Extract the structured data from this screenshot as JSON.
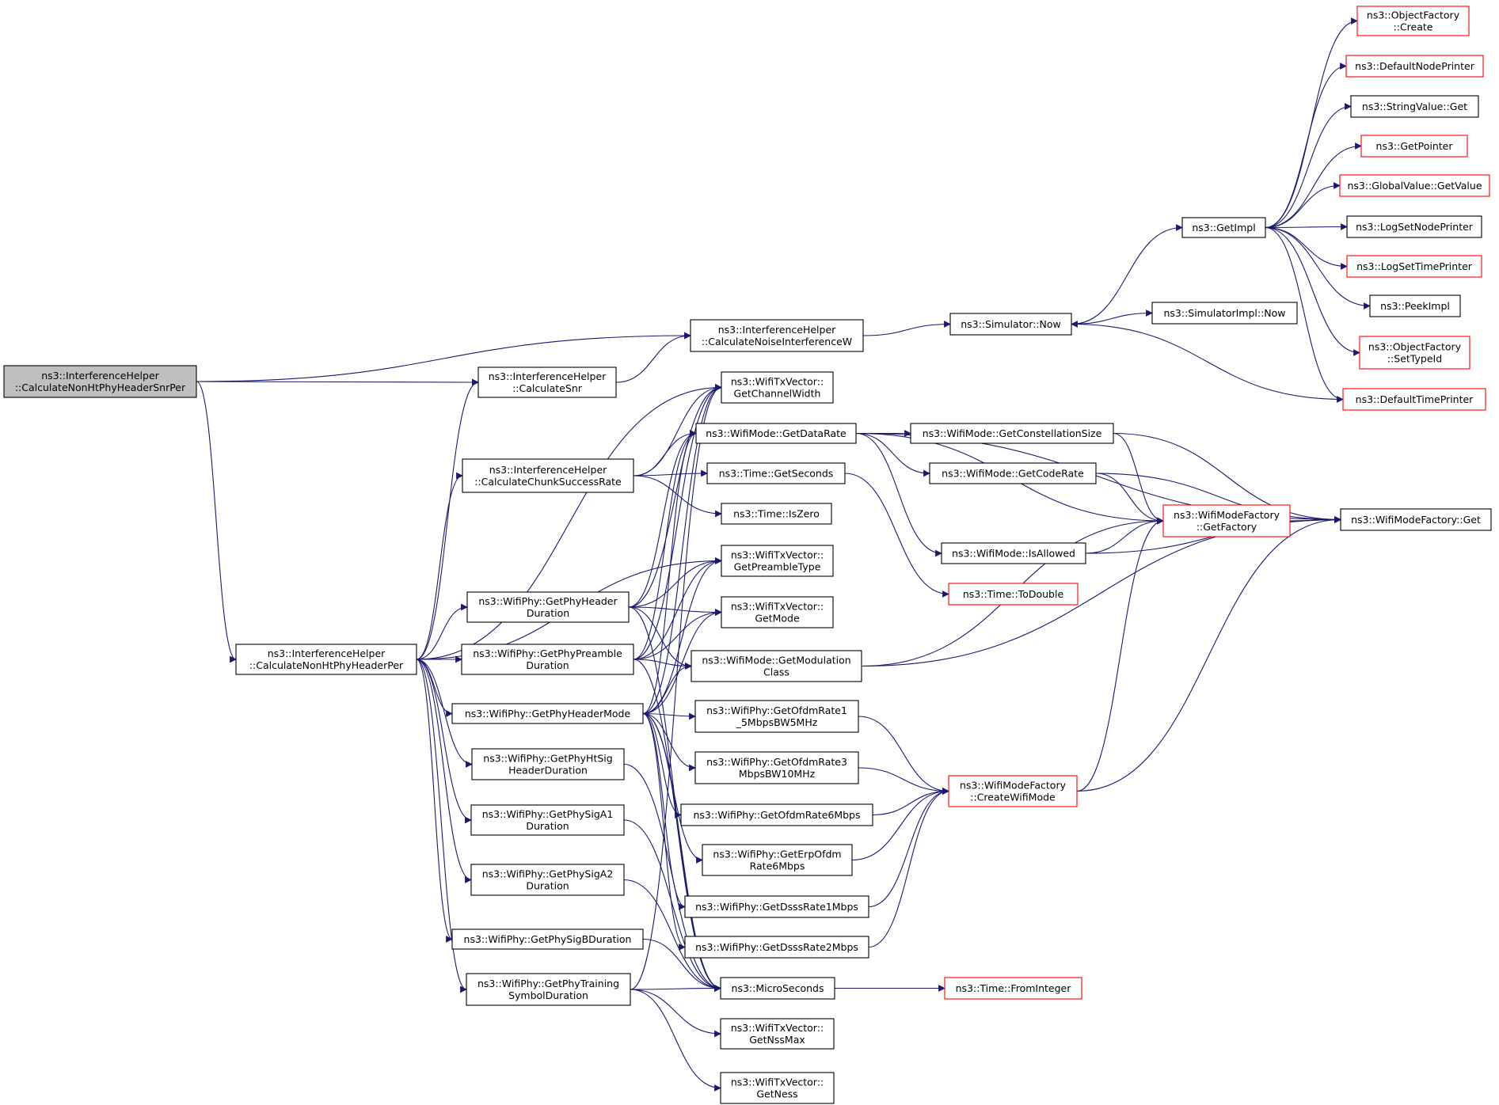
{
  "diagram": {
    "type": "call-graph",
    "colors": {
      "edge": "#191970",
      "node_border": "#000000",
      "node_border_undocumented": "#ff0000",
      "root_fill": "#bfbfbf",
      "node_fill": "#ffffff"
    },
    "nodes": [
      {
        "id": "root",
        "lines": [
          "ns3::InterferenceHelper",
          "::CalculateNonHtPhyHeaderSnrPer"
        ],
        "style": "root"
      },
      {
        "id": "calcNoise",
        "lines": [
          "ns3::InterferenceHelper",
          "::CalculateNoiseInterferenceW"
        ],
        "style": "normal"
      },
      {
        "id": "calcSnr",
        "lines": [
          "ns3::InterferenceHelper",
          "::CalculateSnr"
        ],
        "style": "normal"
      },
      {
        "id": "calcPer",
        "lines": [
          "ns3::InterferenceHelper",
          "::CalculateNonHtPhyHeaderPer"
        ],
        "style": "normal"
      },
      {
        "id": "simNow",
        "lines": [
          "ns3::Simulator::Now"
        ],
        "style": "normal"
      },
      {
        "id": "getImpl",
        "lines": [
          "ns3::GetImpl"
        ],
        "style": "normal"
      },
      {
        "id": "simImplNow",
        "lines": [
          "ns3::SimulatorImpl::Now"
        ],
        "style": "normal"
      },
      {
        "id": "ofCreate",
        "lines": [
          "ns3::ObjectFactory",
          "::Create"
        ],
        "style": "red"
      },
      {
        "id": "defNodePrinter",
        "lines": [
          "ns3::DefaultNodePrinter"
        ],
        "style": "red"
      },
      {
        "id": "strGet",
        "lines": [
          "ns3::StringValue::Get"
        ],
        "style": "normal"
      },
      {
        "id": "getPointer",
        "lines": [
          "ns3::GetPointer"
        ],
        "style": "red"
      },
      {
        "id": "gvGetValue",
        "lines": [
          "ns3::GlobalValue::GetValue"
        ],
        "style": "red"
      },
      {
        "id": "logNode",
        "lines": [
          "ns3::LogSetNodePrinter"
        ],
        "style": "normal"
      },
      {
        "id": "logTime",
        "lines": [
          "ns3::LogSetTimePrinter"
        ],
        "style": "red"
      },
      {
        "id": "peekImpl",
        "lines": [
          "ns3::PeekImpl"
        ],
        "style": "normal"
      },
      {
        "id": "ofSetTypeId",
        "lines": [
          "ns3::ObjectFactory",
          "::SetTypeId"
        ],
        "style": "red"
      },
      {
        "id": "defTimePrinter",
        "lines": [
          "ns3::DefaultTimePrinter"
        ],
        "style": "red"
      },
      {
        "id": "txChanWidth",
        "lines": [
          "ns3::WifiTxVector::",
          "GetChannelWidth"
        ],
        "style": "normal"
      },
      {
        "id": "modeDataRate",
        "lines": [
          "ns3::WifiMode::GetDataRate"
        ],
        "style": "normal"
      },
      {
        "id": "chunkRate",
        "lines": [
          "ns3::InterferenceHelper",
          "::CalculateChunkSuccessRate"
        ],
        "style": "normal"
      },
      {
        "id": "timeSeconds",
        "lines": [
          "ns3::Time::GetSeconds"
        ],
        "style": "normal"
      },
      {
        "id": "timeIsZero",
        "lines": [
          "ns3::Time::IsZero"
        ],
        "style": "normal"
      },
      {
        "id": "constSize",
        "lines": [
          "ns3::WifiMode::GetConstellationSize"
        ],
        "style": "normal"
      },
      {
        "id": "codeRate",
        "lines": [
          "ns3::WifiMode::GetCodeRate"
        ],
        "style": "normal"
      },
      {
        "id": "isAllowed",
        "lines": [
          "ns3::WifiMode::IsAllowed"
        ],
        "style": "normal"
      },
      {
        "id": "factGet",
        "lines": [
          "ns3::WifiModeFactory",
          "::GetFactory"
        ],
        "style": "red"
      },
      {
        "id": "wmfGet",
        "lines": [
          "ns3::WifiModeFactory::Get"
        ],
        "style": "normal"
      },
      {
        "id": "toDouble",
        "lines": [
          "ns3::Time::ToDouble"
        ],
        "style": "red"
      },
      {
        "id": "txPreamble",
        "lines": [
          "ns3::WifiTxVector::",
          "GetPreambleType"
        ],
        "style": "normal"
      },
      {
        "id": "phyHdrDur",
        "lines": [
          "ns3::WifiPhy::GetPhyHeader",
          "Duration"
        ],
        "style": "normal"
      },
      {
        "id": "txMode",
        "lines": [
          "ns3::WifiTxVector::",
          "GetMode"
        ],
        "style": "normal"
      },
      {
        "id": "phyPreDur",
        "lines": [
          "ns3::WifiPhy::GetPhyPreamble",
          "Duration"
        ],
        "style": "normal"
      },
      {
        "id": "modClass",
        "lines": [
          "ns3::WifiMode::GetModulation",
          "Class"
        ],
        "style": "normal"
      },
      {
        "id": "phyHdrMode",
        "lines": [
          "ns3::WifiPhy::GetPhyHeaderMode"
        ],
        "style": "normal"
      },
      {
        "id": "ofdm15",
        "lines": [
          "ns3::WifiPhy::GetOfdmRate1",
          "_5MbpsBW5MHz"
        ],
        "style": "normal"
      },
      {
        "id": "htSig",
        "lines": [
          "ns3::WifiPhy::GetPhyHtSig",
          "HeaderDuration"
        ],
        "style": "normal"
      },
      {
        "id": "ofdm3",
        "lines": [
          "ns3::WifiPhy::GetOfdmRate3",
          "MbpsBW10MHz"
        ],
        "style": "normal"
      },
      {
        "id": "createMode",
        "lines": [
          "ns3::WifiModeFactory",
          "::CreateWifiMode"
        ],
        "style": "red"
      },
      {
        "id": "sigA1",
        "lines": [
          "ns3::WifiPhy::GetPhySigA1",
          "Duration"
        ],
        "style": "normal"
      },
      {
        "id": "ofdm6",
        "lines": [
          "ns3::WifiPhy::GetOfdmRate6Mbps"
        ],
        "style": "normal"
      },
      {
        "id": "erp6",
        "lines": [
          "ns3::WifiPhy::GetErpOfdm",
          "Rate6Mbps"
        ],
        "style": "normal"
      },
      {
        "id": "sigA2",
        "lines": [
          "ns3::WifiPhy::GetPhySigA2",
          "Duration"
        ],
        "style": "normal"
      },
      {
        "id": "dsss1",
        "lines": [
          "ns3::WifiPhy::GetDsssRate1Mbps"
        ],
        "style": "normal"
      },
      {
        "id": "sigB",
        "lines": [
          "ns3::WifiPhy::GetPhySigBDuration"
        ],
        "style": "normal"
      },
      {
        "id": "dsss2",
        "lines": [
          "ns3::WifiPhy::GetDsssRate2Mbps"
        ],
        "style": "normal"
      },
      {
        "id": "training",
        "lines": [
          "ns3::WifiPhy::GetPhyTraining",
          "SymbolDuration"
        ],
        "style": "normal"
      },
      {
        "id": "micro",
        "lines": [
          "ns3::MicroSeconds"
        ],
        "style": "normal"
      },
      {
        "id": "fromInt",
        "lines": [
          "ns3::Time::FromInteger"
        ],
        "style": "red"
      },
      {
        "id": "nssMax",
        "lines": [
          "ns3::WifiTxVector::",
          "GetNssMax"
        ],
        "style": "normal"
      },
      {
        "id": "ness",
        "lines": [
          "ns3::WifiTxVector::",
          "GetNess"
        ],
        "style": "normal"
      }
    ],
    "edges": [
      [
        "root",
        "calcNoise"
      ],
      [
        "root",
        "calcSnr"
      ],
      [
        "root",
        "calcPer"
      ],
      [
        "calcSnr",
        "calcNoise"
      ],
      [
        "calcNoise",
        "simNow"
      ],
      [
        "simNow",
        "getImpl"
      ],
      [
        "simNow",
        "simImplNow"
      ],
      [
        "getImpl",
        "ofCreate"
      ],
      [
        "getImpl",
        "defNodePrinter"
      ],
      [
        "getImpl",
        "strGet"
      ],
      [
        "getImpl",
        "getPointer"
      ],
      [
        "getImpl",
        "gvGetValue"
      ],
      [
        "getImpl",
        "logNode"
      ],
      [
        "getImpl",
        "logTime"
      ],
      [
        "getImpl",
        "peekImpl"
      ],
      [
        "getImpl",
        "ofSetTypeId"
      ],
      [
        "getImpl",
        "defTimePrinter"
      ],
      [
        "defTimePrinter",
        "simNow"
      ],
      [
        "calcPer",
        "calcSnr"
      ],
      [
        "calcPer",
        "chunkRate"
      ],
      [
        "calcPer",
        "txChanWidth"
      ],
      [
        "calcPer",
        "txPreamble"
      ],
      [
        "calcPer",
        "phyHdrDur"
      ],
      [
        "calcPer",
        "phyPreDur"
      ],
      [
        "calcPer",
        "phyHdrMode"
      ],
      [
        "calcPer",
        "htSig"
      ],
      [
        "calcPer",
        "sigA1"
      ],
      [
        "calcPer",
        "sigA2"
      ],
      [
        "calcPer",
        "sigB"
      ],
      [
        "calcPer",
        "training"
      ],
      [
        "chunkRate",
        "txChanWidth"
      ],
      [
        "chunkRate",
        "modeDataRate"
      ],
      [
        "chunkRate",
        "timeSeconds"
      ],
      [
        "chunkRate",
        "timeIsZero"
      ],
      [
        "modeDataRate",
        "constSize"
      ],
      [
        "modeDataRate",
        "codeRate"
      ],
      [
        "modeDataRate",
        "isAllowed"
      ],
      [
        "modeDataRate",
        "factGet"
      ],
      [
        "modeDataRate",
        "wmfGet"
      ],
      [
        "constSize",
        "factGet"
      ],
      [
        "constSize",
        "wmfGet"
      ],
      [
        "codeRate",
        "factGet"
      ],
      [
        "codeRate",
        "wmfGet"
      ],
      [
        "isAllowed",
        "factGet"
      ],
      [
        "isAllowed",
        "wmfGet"
      ],
      [
        "factGet",
        "wmfGet"
      ],
      [
        "timeSeconds",
        "toDouble"
      ],
      [
        "phyHdrDur",
        "txChanWidth"
      ],
      [
        "phyHdrDur",
        "modeDataRate"
      ],
      [
        "phyHdrDur",
        "txPreamble"
      ],
      [
        "phyHdrDur",
        "txMode"
      ],
      [
        "phyHdrDur",
        "modClass"
      ],
      [
        "phyHdrDur",
        "micro"
      ],
      [
        "phyPreDur",
        "txChanWidth"
      ],
      [
        "phyPreDur",
        "modeDataRate"
      ],
      [
        "phyPreDur",
        "txPreamble"
      ],
      [
        "phyPreDur",
        "txMode"
      ],
      [
        "phyPreDur",
        "modClass"
      ],
      [
        "phyPreDur",
        "micro"
      ],
      [
        "phyHdrMode",
        "txChanWidth"
      ],
      [
        "phyHdrMode",
        "modeDataRate"
      ],
      [
        "phyHdrMode",
        "txPreamble"
      ],
      [
        "phyHdrMode",
        "txMode"
      ],
      [
        "phyHdrMode",
        "modClass"
      ],
      [
        "phyHdrMode",
        "ofdm15"
      ],
      [
        "phyHdrMode",
        "ofdm3"
      ],
      [
        "phyHdrMode",
        "ofdm6"
      ],
      [
        "phyHdrMode",
        "erp6"
      ],
      [
        "phyHdrMode",
        "dsss1"
      ],
      [
        "phyHdrMode",
        "dsss2"
      ],
      [
        "phyHdrMode",
        "micro"
      ],
      [
        "modClass",
        "factGet"
      ],
      [
        "modClass",
        "wmfGet"
      ],
      [
        "ofdm15",
        "createMode"
      ],
      [
        "ofdm3",
        "createMode"
      ],
      [
        "ofdm6",
        "createMode"
      ],
      [
        "erp6",
        "createMode"
      ],
      [
        "dsss1",
        "createMode"
      ],
      [
        "dsss2",
        "createMode"
      ],
      [
        "createMode",
        "factGet"
      ],
      [
        "createMode",
        "wmfGet"
      ],
      [
        "htSig",
        "micro"
      ],
      [
        "sigA1",
        "micro"
      ],
      [
        "sigA2",
        "micro"
      ],
      [
        "sigB",
        "micro"
      ],
      [
        "training",
        "micro"
      ],
      [
        "training",
        "txChanWidth"
      ],
      [
        "training",
        "nssMax"
      ],
      [
        "training",
        "ness"
      ],
      [
        "micro",
        "fromInt"
      ]
    ]
  }
}
